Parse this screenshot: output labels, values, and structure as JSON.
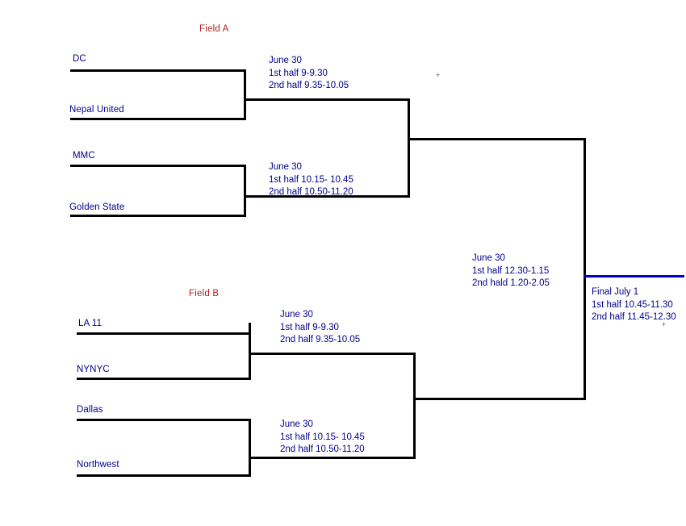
{
  "diagram": {
    "title": "Tournament Bracket",
    "line_color": "#000000",
    "final_line_color": "#0000cc",
    "team_text_color": "#00008b",
    "field_text_color": "#b32020"
  },
  "fields": {
    "field_a": "Field A",
    "field_b": "Field B"
  },
  "teams": {
    "dc": "DC",
    "nepal_united": "Nepal United",
    "mmc": "MMC",
    "golden_state": "Golden State",
    "la_11": "LA 11",
    "nynyc": "NYNYC",
    "dallas": "Dallas",
    "northwest": "Northwest"
  },
  "matches": {
    "a_quarter_1": {
      "date": "June 30",
      "first_half": "1st half 9-9.30",
      "second_half": "2nd half 9.35-10.05",
      "text": "June 30\n1st half 9-9.30\n2nd half 9.35-10.05"
    },
    "a_quarter_2": {
      "date": "June 30",
      "first_half": "1st half 10.15- 10.45",
      "second_half": "2nd half 10.50-11.20",
      "text": "June 30\n1st half 10.15- 10.45\n2nd half 10.50-11.20"
    },
    "b_quarter_1": {
      "date": "June 30",
      "first_half": "1st half 9-9.30",
      "second_half": "2nd half 9.35-10.05",
      "text": "June 30\n1st half 9-9.30\n2nd half 9.35-10.05"
    },
    "b_quarter_2": {
      "date": "June 30",
      "first_half": "1st half 10.15- 10.45",
      "second_half": "2nd half 10.50-11.20",
      "text": "June 30\n1st half 10.15- 10.45\n2nd half 10.50-11.20"
    },
    "semifinal": {
      "date": "June 30",
      "first_half": "1st half 12.30-1.15",
      "second_half": "2nd hald 1.20-2.05",
      "text": "June 30\n1st half 12.30-1.15\n2nd hald 1.20-2.05"
    },
    "final": {
      "date": "Final July 1",
      "first_half": "1st half 10.45-11.30",
      "second_half": "2nd half 11.45-12.30",
      "text": "Final July 1\n1st half 10.45-11.30\n2nd half 11.45-12.30"
    }
  },
  "artifacts": {
    "mark_upper": "+",
    "mark_lower": "+"
  }
}
